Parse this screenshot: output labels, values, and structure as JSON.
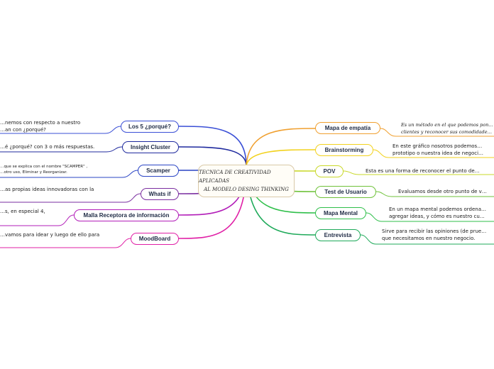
{
  "central": {
    "line1": "TECNICA DE CREATIVIDAD APLICADAS",
    "line2": "AL MODELO DESING THINKING"
  },
  "left_branches": [
    {
      "label": "Los 5 ¿porqué?",
      "color": "#3a4fd6",
      "note": [
        "…nemos con respecto a nuestro",
        "…an con ¿porqué?"
      ]
    },
    {
      "label": "Insight Cluster",
      "color": "#1f2a9e",
      "note": [
        "…é ¿porqué? con 3 o más respuestas."
      ]
    },
    {
      "label": "Scamper",
      "color": "#2a44c4",
      "note": [
        "…que se explica con el nombre \"SCAMPER\" ,",
        "…otro uso, Eliminar y Reorganizar."
      ]
    },
    {
      "label": "Whats if",
      "color": "#7a2ea0",
      "note": [
        "…as propias ideas innovadoras con la"
      ]
    },
    {
      "label": "Malla Receptora de información",
      "color": "#b21db8",
      "note": [
        "…s, en especial 4,"
      ]
    },
    {
      "label": "MoodBoard",
      "color": "#e01fa6",
      "note": [
        "…vamos para idear y luego de ello para"
      ]
    }
  ],
  "right_branches": [
    {
      "label": "Mapa de empatía",
      "color": "#f0a030",
      "note": [
        "Es un método en el que podemos pon…",
        "clientes y reconocer sus comodidade…"
      ]
    },
    {
      "label": "Brainstorming",
      "color": "#f2d21e",
      "note": [
        "En este gráfico nosotros podemos…",
        "prototipo o nuestra idea de negoci…"
      ]
    },
    {
      "label": "POV",
      "color": "#c9d82a",
      "note": [
        "Esta es una forma de reconocer el punto de…"
      ]
    },
    {
      "label": "Test de Usuario",
      "color": "#6fc23a",
      "note": [
        "Evaluamos desde otro punto de v…"
      ]
    },
    {
      "label": "Mapa Mental",
      "color": "#2fbf4a",
      "note": [
        "En un mapa mental podemos ordena…",
        "agregar ideas, y cómo es nuestro cu…"
      ]
    },
    {
      "label": "Entrevista",
      "color": "#1faa5a",
      "note": [
        "Sirve para recibir las opiniones (de prue…",
        "que necesitamos en nuestro negocio."
      ]
    }
  ]
}
